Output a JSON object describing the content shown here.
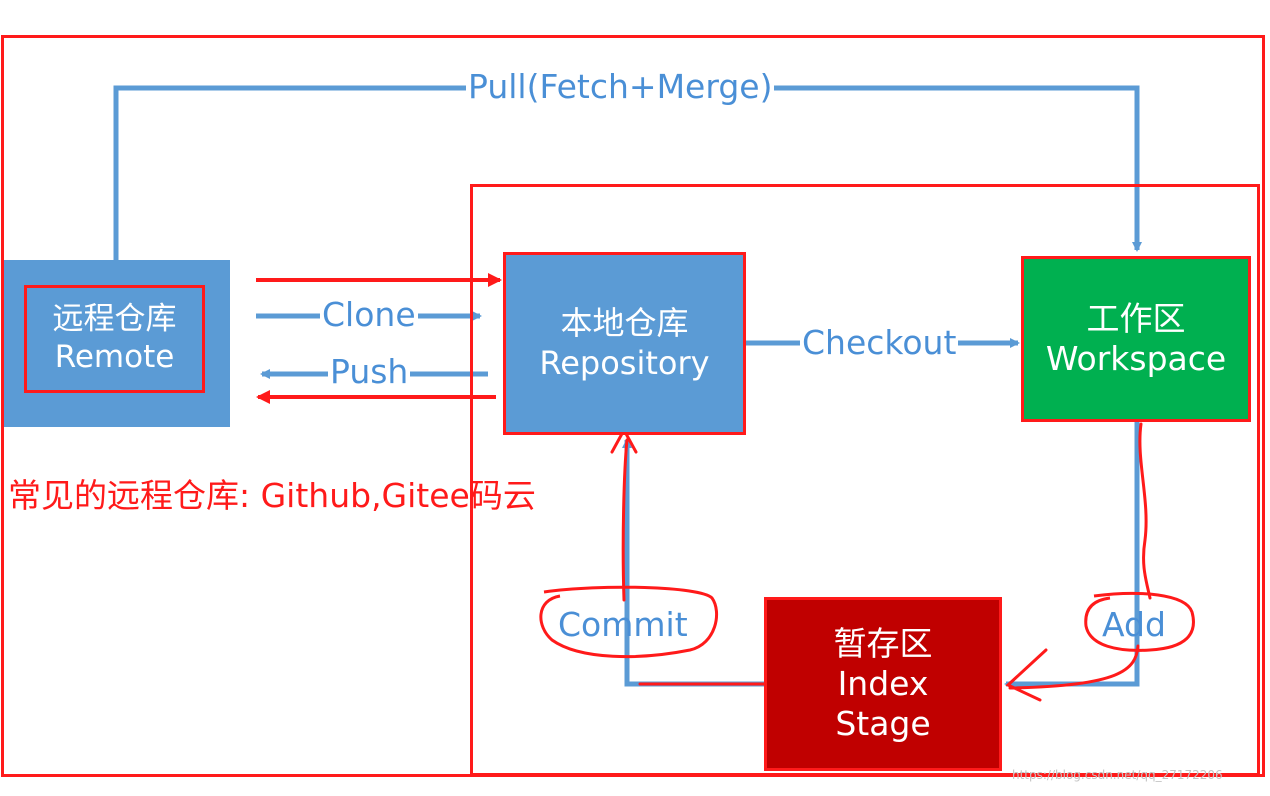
{
  "diagram": {
    "remote": {
      "zh": "远程仓库",
      "en": "Remote"
    },
    "repository": {
      "zh": "本地仓库",
      "en": "Repository"
    },
    "workspace": {
      "zh": "工作区",
      "en": "Workspace"
    },
    "index": {
      "zh": "暂存区",
      "en": "Index",
      "en2": "Stage"
    },
    "edges": {
      "pull": "Pull(Fetch+Merge)",
      "clone": "Clone",
      "push": "Push",
      "checkout": "Checkout",
      "add": "Add",
      "commit": "Commit"
    }
  },
  "annotation": {
    "note": "常见的远程仓库: Github,Gitee码云"
  },
  "watermark": "https://blog.csdn.net/qq_27172206",
  "colors": {
    "arrow_blue": "#5b9bd5",
    "label_blue": "#4a8fd6",
    "remote_box": "#5b9bd5",
    "repository_box": "#5b9bd5",
    "workspace_box": "#00b050",
    "index_box": "#c00000",
    "annotation_red": "#ff1a1a"
  }
}
